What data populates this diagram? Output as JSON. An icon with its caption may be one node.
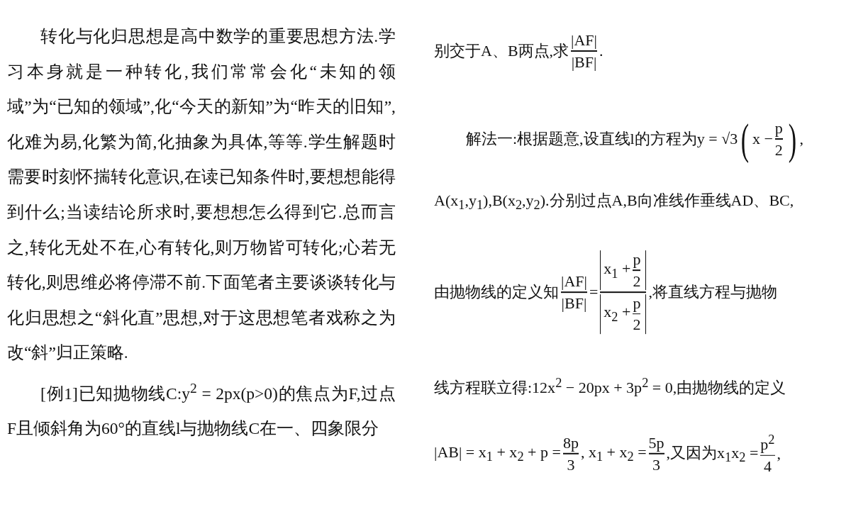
{
  "diagram": {
    "labels": [
      "转化与化归思想是高中数学的重要思想方法.学习本身就是一种转化,我们常常会化“未知的领域”为“已知的领域”,化“今天的新知”为“昨天的旧知”,化难为易,化繁为简,化抽象为具体,等等.学生解题时需要时刻怀揣转化意识,在读已知条件时,要想想能得到什么;当读结论所求时,要想想怎么得到它.总而言之,转化无处不在,心有转化,则万物皆可转化;心若无转化,则思维必将停滞不前.下面笔者主要谈谈转化与化归思想之“斜化直”思想,对于这思想笔者戏称之为改“斜”归正策略.",
      "[例1]已知抛物线C:y$^{2}$ = 2px(p>0)的焦点为F,过点F且倾斜角为60°的直线l与抛物线C在一、四象限分",
      "别交于A、B两点,求",
      "|AF|",
      "|BF|",
      ".",
      "解法一:根据题意,设直线l的方程为y = √3",
      "(",
      "x −",
      "p",
      "2",
      ")",
      ",",
      "A(x$_{1}$,y$_{1}$),B(x$_{2}$,y$_{2}$).分别过点A,B向准线作垂线AD、BC,",
      "由抛物线的定义知",
      "|AF|",
      "|BF|",
      "=",
      "x$_{1}$ +",
      "p",
      "2",
      "x$_{2}$ +",
      "p",
      "2",
      ",将直线方程与抛物",
      "线方程联立得:12x$^{2}$ − 20px + 3p$^{2}$ = 0,由抛物线的定义",
      "|AB| = x$_{1}$ + x$_{2}$ + p =",
      "8p",
      "3",
      ", x$_{1}$ + x$_{2}$ =",
      "5p",
      "3",
      ",又因为x$_{1}$x$_{2}$ =",
      "p$^{2}$",
      "4",
      ","
    ]
  }
}
